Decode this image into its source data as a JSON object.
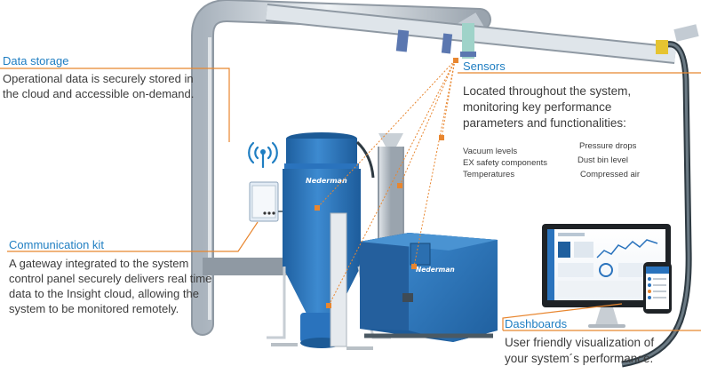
{
  "callouts": {
    "data_storage": {
      "title": "Data storage",
      "lines": [
        "Operational data is securely stored in",
        "the cloud and accessible on-demand."
      ]
    },
    "communication_kit": {
      "title": "Communication kit",
      "lines": [
        "A gateway integrated to the system",
        "control panel securely delivers real time",
        "data to the Insight cloud, allowing the",
        "system to be monitored remotely."
      ]
    },
    "sensors": {
      "title": "Sensors",
      "lines": [
        "Located throughout the system,",
        "monitoring key performance",
        "parameters and functionalities:"
      ],
      "items_left": [
        "Vacuum levels",
        "EX safety components",
        "Temperatures"
      ],
      "items_right": [
        "Pressure drops",
        "Dust bin level",
        "Compressed air"
      ]
    },
    "dashboards": {
      "title": "Dashboards",
      "lines": [
        "User friendly visualization of",
        "your system´s performance."
      ]
    }
  },
  "brand": {
    "logo_text": "Nederman"
  },
  "colors": {
    "accent_orange": "#e8862f",
    "title_blue": "#1f7ec2",
    "machine_blue": "#2a73bd",
    "duct_grey": "#c3cbd3"
  },
  "icons": [
    "wifi-signal-icon"
  ]
}
